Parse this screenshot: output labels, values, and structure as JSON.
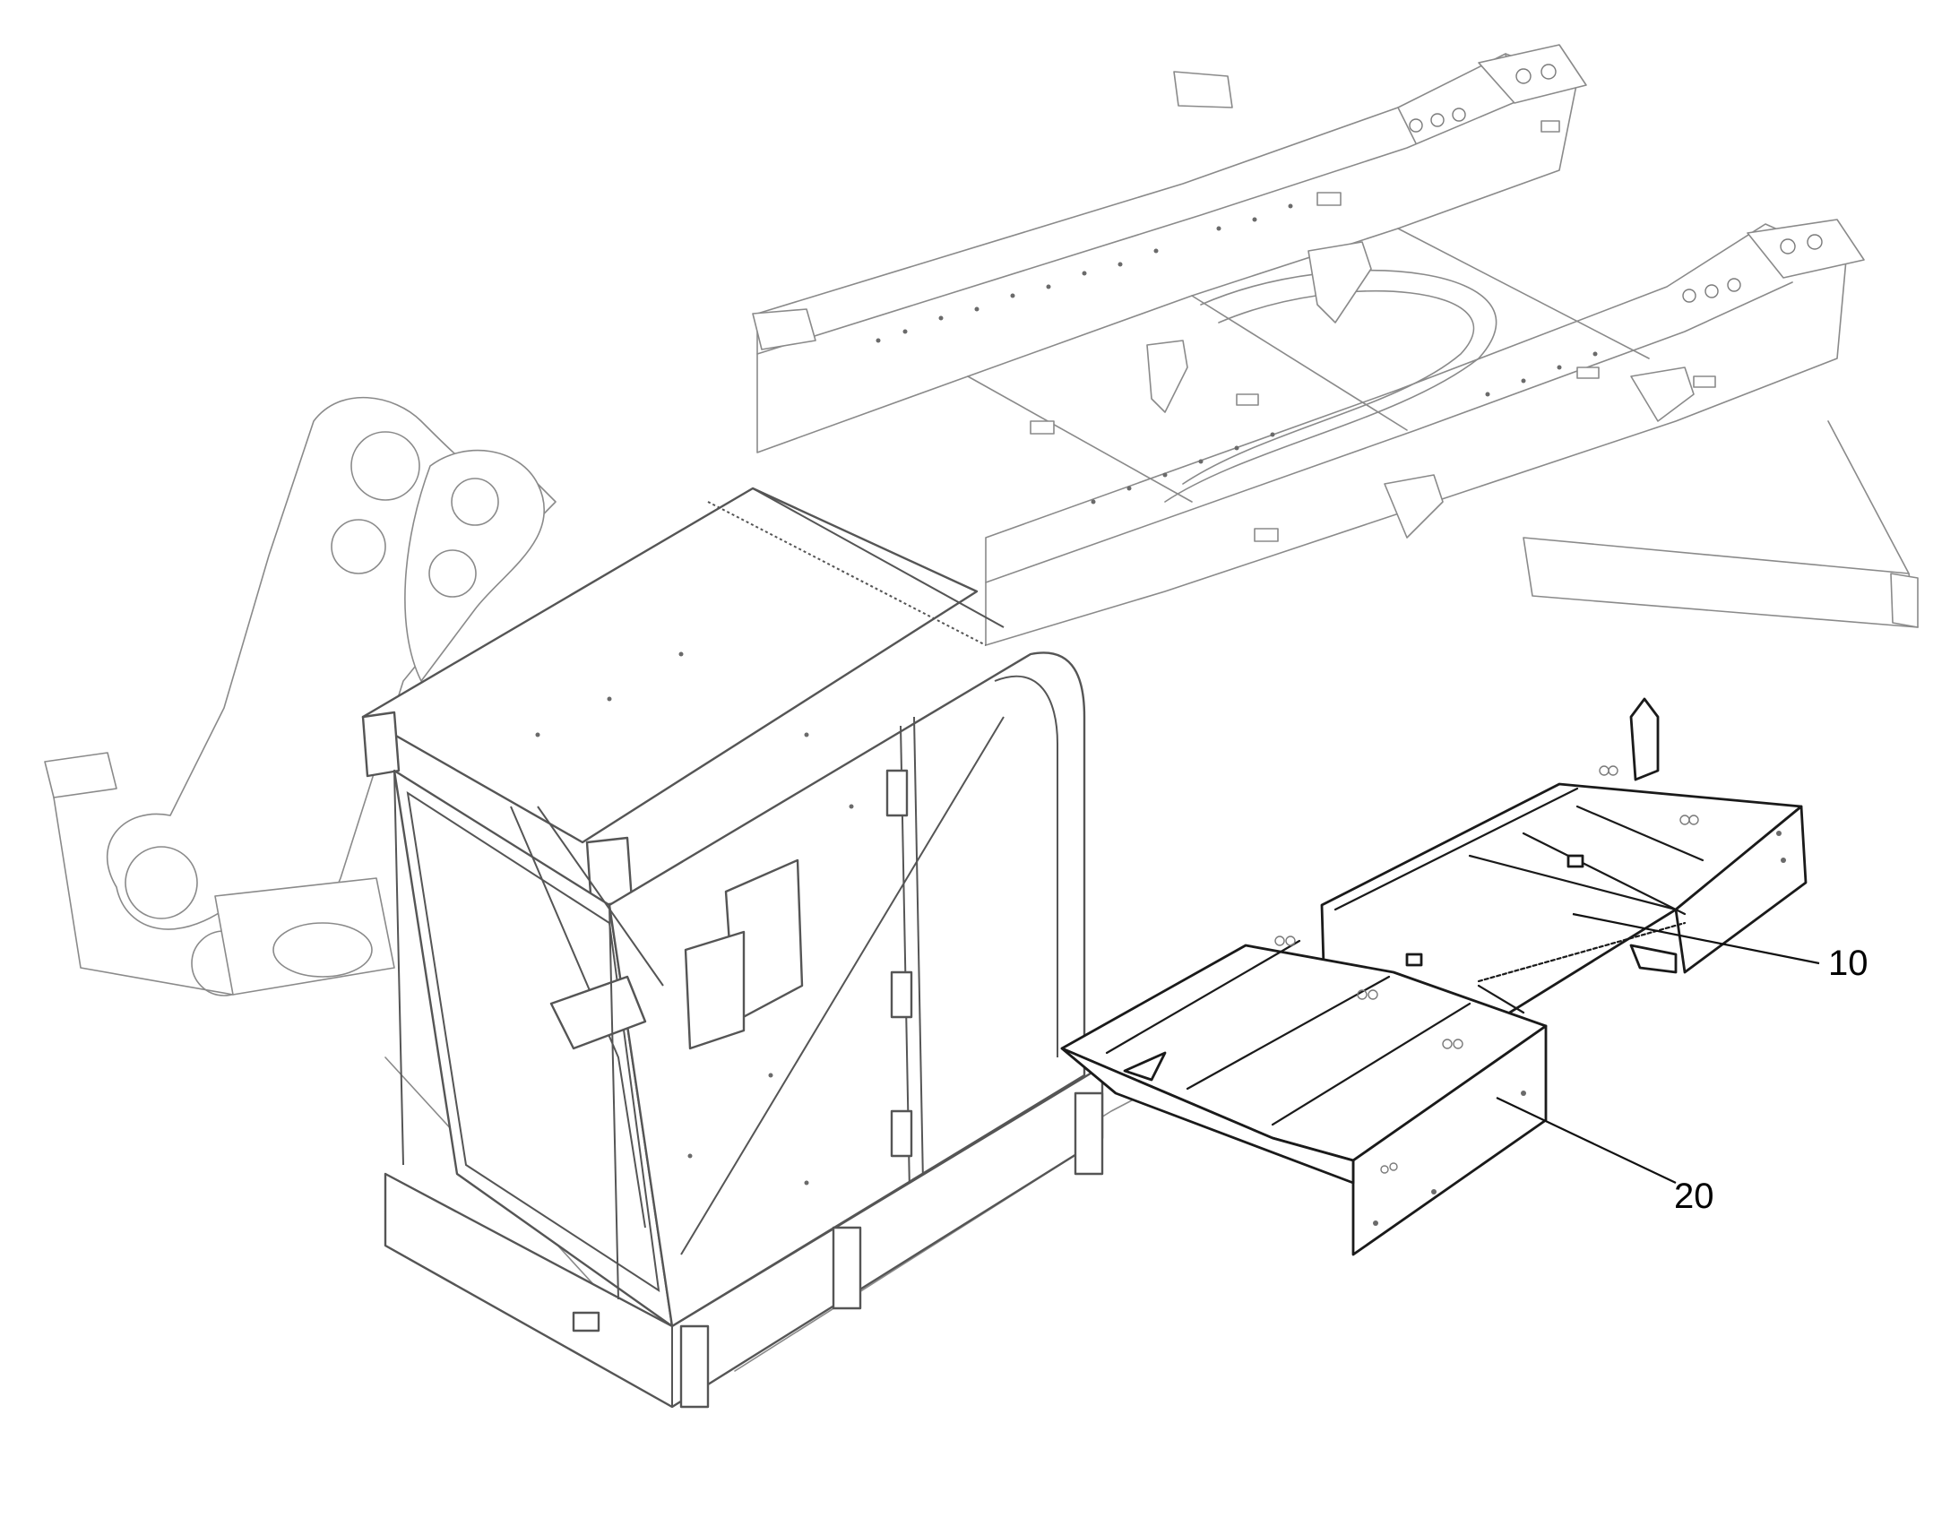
{
  "callouts": [
    {
      "label": "10",
      "part": "upper-storage-box"
    },
    {
      "label": "20",
      "part": "lower-storage-box"
    }
  ],
  "colors": {
    "background": "#ffffff",
    "frame_lines": "#8a8a8a",
    "cab_lines": "#555555",
    "highlighted_part_lines": "#1a1a1a"
  }
}
